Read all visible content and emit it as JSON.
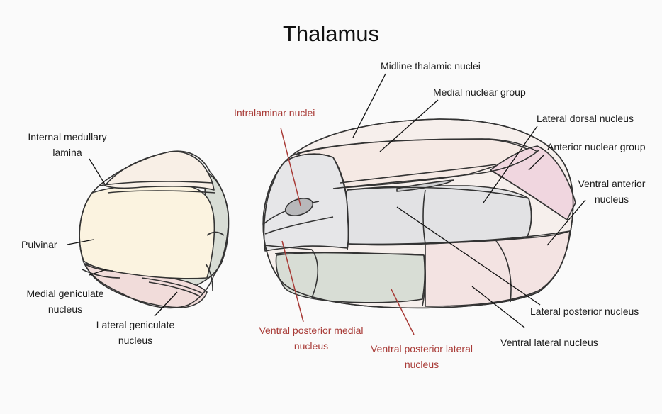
{
  "title": "Thalamus",
  "colors": {
    "pulvinar": "#fbf3e0",
    "medial_group": "#f5e9e4",
    "anterior_group": "#f0d6df",
    "gray_nuclei": "#e2e2e4",
    "green_nuclei": "#d8ddd5",
    "pink_nuclei": "#f1dcda",
    "outline": "#333333",
    "red_label": "#a83a36"
  },
  "labels": {
    "midline_thalamic_nuclei": "Midline thalamic nuclei",
    "medial_nuclear_group": "Medial nuclear group",
    "intralaminar_nuclei": "Intralaminar nuclei",
    "lateral_dorsal_nucleus": "Lateral dorsal nucleus",
    "anterior_nuclear_group": "Anterior nuclear group",
    "ventral_anterior_nucleus_l1": "Ventral anterior",
    "ventral_anterior_nucleus_l2": "nucleus",
    "internal_medullary_lamina_l1": "Internal medullary",
    "internal_medullary_lamina_l2": "lamina",
    "pulvinar": "Pulvinar",
    "medial_geniculate_nucleus_l1": "Medial geniculate",
    "medial_geniculate_nucleus_l2": "nucleus",
    "lateral_geniculate_nucleus_l1": "Lateral geniculate",
    "lateral_geniculate_nucleus_l2": "nucleus",
    "ventral_posterior_medial_nucleus_l1": "Ventral posterior medial",
    "ventral_posterior_medial_nucleus_l2": "nucleus",
    "ventral_posterior_lateral_nucleus_l1": "Ventral posterior lateral",
    "ventral_posterior_lateral_nucleus_l2": "nucleus",
    "lateral_posterior_nucleus": "Lateral posterior nucleus",
    "ventral_lateral_nucleus": "Ventral lateral nucleus"
  }
}
